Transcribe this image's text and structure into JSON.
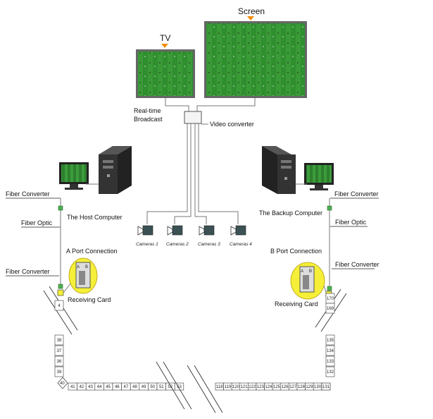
{
  "displays": {
    "tv_label": "TV",
    "screen_label": "Screen"
  },
  "broadcast": {
    "line1": "Real-time",
    "line2": "Broadcast",
    "video_converter": "Video converter"
  },
  "cameras": [
    "Cameras 1",
    "Cameras 2",
    "Cameras 3",
    "Cameras 4"
  ],
  "left": {
    "fiber_converter_top": "Fiber Converter",
    "host_computer": "The Host Computer",
    "fiber_optic": "Fiber Optic",
    "port_connection": "A Port Connection",
    "fiber_converter_bottom": "Fiber Converter",
    "receiving_card": "Receiving Card",
    "vertical_cells": [
      "4",
      "38",
      "37",
      "36",
      "39"
    ],
    "corner_cell": "40",
    "bottom_cells": [
      "41",
      "42",
      "43",
      "44",
      "45",
      "46",
      "47",
      "48",
      "49",
      "50",
      "51",
      "52",
      "53"
    ]
  },
  "right": {
    "fiber_converter_top": "Fiber Converter",
    "backup_computer": "The Backup Computer",
    "fiber_optic": "Fiber Optic",
    "port_connection": "B Port Connection",
    "fiber_converter_bottom": "Fiber Converter",
    "receiving_card": "Receiving Card",
    "vertical_cells": [
      "170",
      "169",
      "135",
      "134",
      "133",
      "132"
    ],
    "corner_cell": "131",
    "bottom_cells": [
      "118",
      "119",
      "120",
      "121",
      "122",
      "123",
      "124",
      "125",
      "126",
      "127",
      "128",
      "129",
      "130"
    ]
  },
  "colors": {
    "field_green": "#2e8b2e",
    "marker_orange": "#f08c00",
    "card_yellow": "#f5ef3a",
    "converter_green": "#4caf50"
  }
}
